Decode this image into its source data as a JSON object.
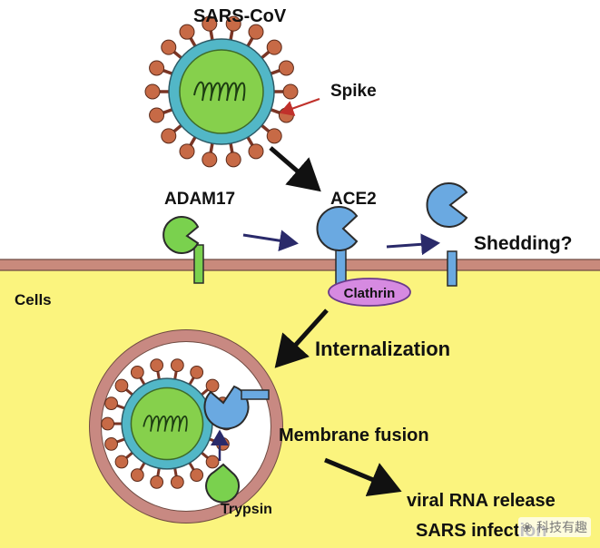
{
  "labels": {
    "virus": "SARS-CoV",
    "spike": "Spike",
    "adam17": "ADAM17",
    "ace2": "ACE2",
    "shedding": "Shedding?",
    "cells": "Cells",
    "clathrin": "Clathrin",
    "internalization": "Internalization",
    "membrane_fusion": "Membrane fusion",
    "trypsin": "Trypsin",
    "viral_rna_release": "viral RNA release",
    "sars_infection": "SARS infection"
  },
  "watermark": {
    "icon": "wechat-icon",
    "text": "科技有趣"
  },
  "colors": {
    "cell_interior": "#fbf47e",
    "membrane": "#c98a7c",
    "virus_core": "#86d04c",
    "virus_shell": "#52b7c7",
    "spike_stalk": "#7a3525",
    "spike_head": "#c76a46",
    "ace2": "#6aa9e1",
    "adam17": "#7ad14e",
    "clathrin": "#d68ae1",
    "vesicle_ring": "#c88982",
    "arrow_black": "#111111",
    "arrow_navy": "#2a2a6a",
    "arrow_red": "#c0312b"
  }
}
